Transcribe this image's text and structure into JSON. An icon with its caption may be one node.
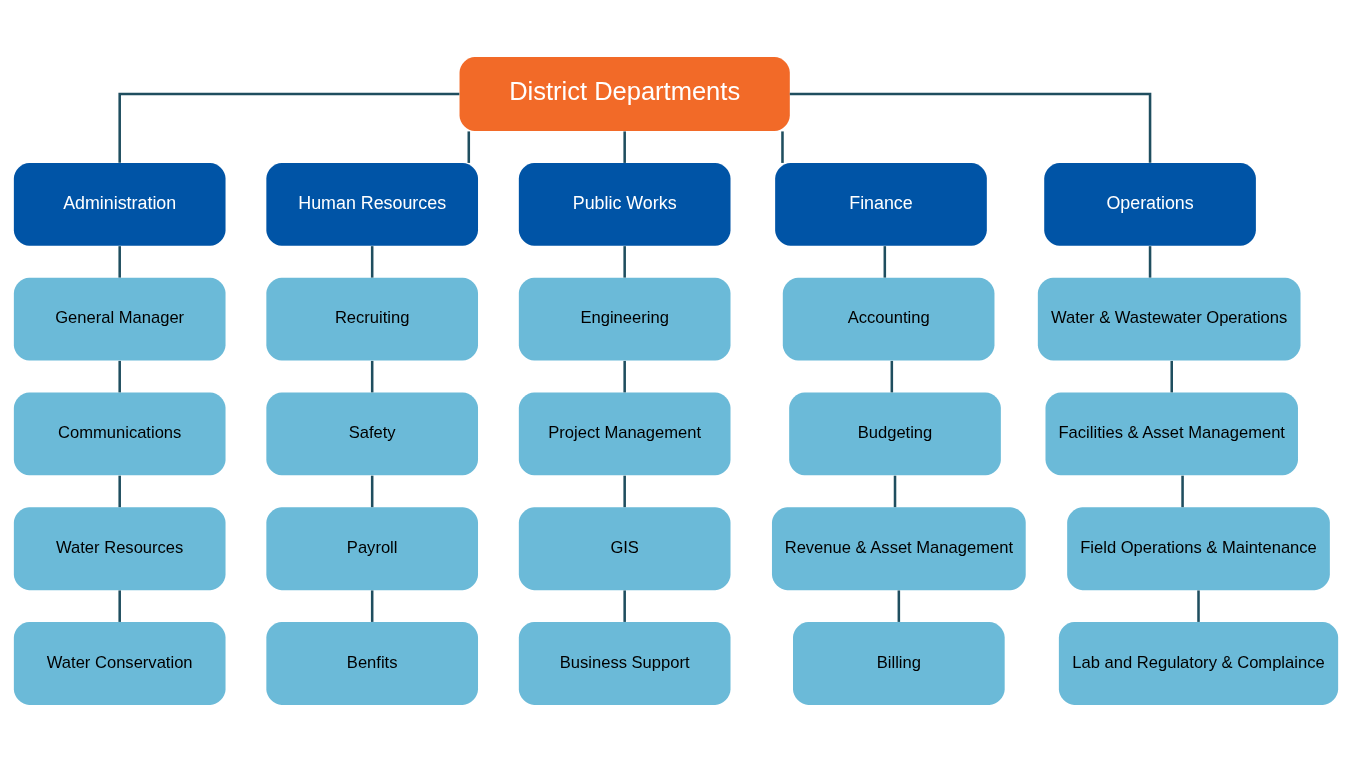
{
  "diagram": {
    "nodes": [
      {
        "text": [
          "District Departments"
        ]
      },
      {
        "text": [
          "Administration"
        ]
      },
      {
        "text": [
          "Human Resources"
        ]
      },
      {
        "text": [
          "Public Works"
        ]
      },
      {
        "text": [
          "Finance"
        ]
      },
      {
        "text": [
          "Operations"
        ]
      },
      {
        "text": [
          "General Manager"
        ]
      },
      {
        "text": [
          "Recruiting"
        ]
      },
      {
        "text": [
          "Engineering"
        ]
      },
      {
        "text": [
          "Accounting"
        ]
      },
      {
        "text": [
          "Water & Wastewater Operations"
        ]
      },
      {
        "text": [
          "Communications"
        ]
      },
      {
        "text": [
          "Safety"
        ]
      },
      {
        "text": [
          "Project Management"
        ]
      },
      {
        "text": [
          "Budgeting"
        ]
      },
      {
        "text": [
          "Facilities & Asset Management"
        ]
      },
      {
        "text": [
          "Water Resources"
        ]
      },
      {
        "text": [
          "Payroll"
        ]
      },
      {
        "text": [
          "GIS"
        ]
      },
      {
        "text": [
          "Revenue & Asset Management"
        ]
      },
      {
        "text": [
          "Field Operations & Maintenance"
        ]
      },
      {
        "text": [
          "Water Conservation"
        ]
      },
      {
        "text": [
          "Benfits"
        ]
      },
      {
        "text": [
          "Business Support"
        ]
      },
      {
        "text": [
          "Billing"
        ]
      },
      {
        "text": [
          "Lab and Regulatory & Complaince"
        ]
      }
    ],
    "edges": [
      {
        "from": 0,
        "to": 1,
        "arrow": "none"
      },
      {
        "from": 0,
        "to": 2,
        "arrow": "none"
      },
      {
        "from": 0,
        "to": 3,
        "arrow": "none"
      },
      {
        "from": 0,
        "to": 4,
        "arrow": "none"
      },
      {
        "from": 0,
        "to": 5,
        "arrow": "none"
      },
      {
        "from": 1,
        "to": 6,
        "arrow": "none"
      },
      {
        "from": 2,
        "to": 7,
        "arrow": "none"
      },
      {
        "from": 3,
        "to": 8,
        "arrow": "none"
      },
      {
        "from": 4,
        "to": 9,
        "arrow": "none"
      },
      {
        "from": 5,
        "to": 10,
        "arrow": "none"
      },
      {
        "from": 6,
        "to": 11,
        "arrow": "none"
      },
      {
        "from": 7,
        "to": 12,
        "arrow": "none"
      },
      {
        "from": 8,
        "to": 13,
        "arrow": "none"
      },
      {
        "from": 9,
        "to": 14,
        "arrow": "none"
      },
      {
        "from": 10,
        "to": 15,
        "arrow": "none"
      },
      {
        "from": 11,
        "to": 16,
        "arrow": "none"
      },
      {
        "from": 12,
        "to": 17,
        "arrow": "none"
      },
      {
        "from": 13,
        "to": 18,
        "arrow": "none"
      },
      {
        "from": 14,
        "to": 19,
        "arrow": "none"
      },
      {
        "from": 15,
        "to": 20,
        "arrow": "none"
      },
      {
        "from": 16,
        "to": 21,
        "arrow": "none"
      },
      {
        "from": 17,
        "to": 22,
        "arrow": "none"
      },
      {
        "from": 18,
        "to": 23,
        "arrow": "none"
      },
      {
        "from": 19,
        "to": 24,
        "arrow": "none"
      },
      {
        "from": 20,
        "to": 25,
        "arrow": "none"
      }
    ]
  }
}
